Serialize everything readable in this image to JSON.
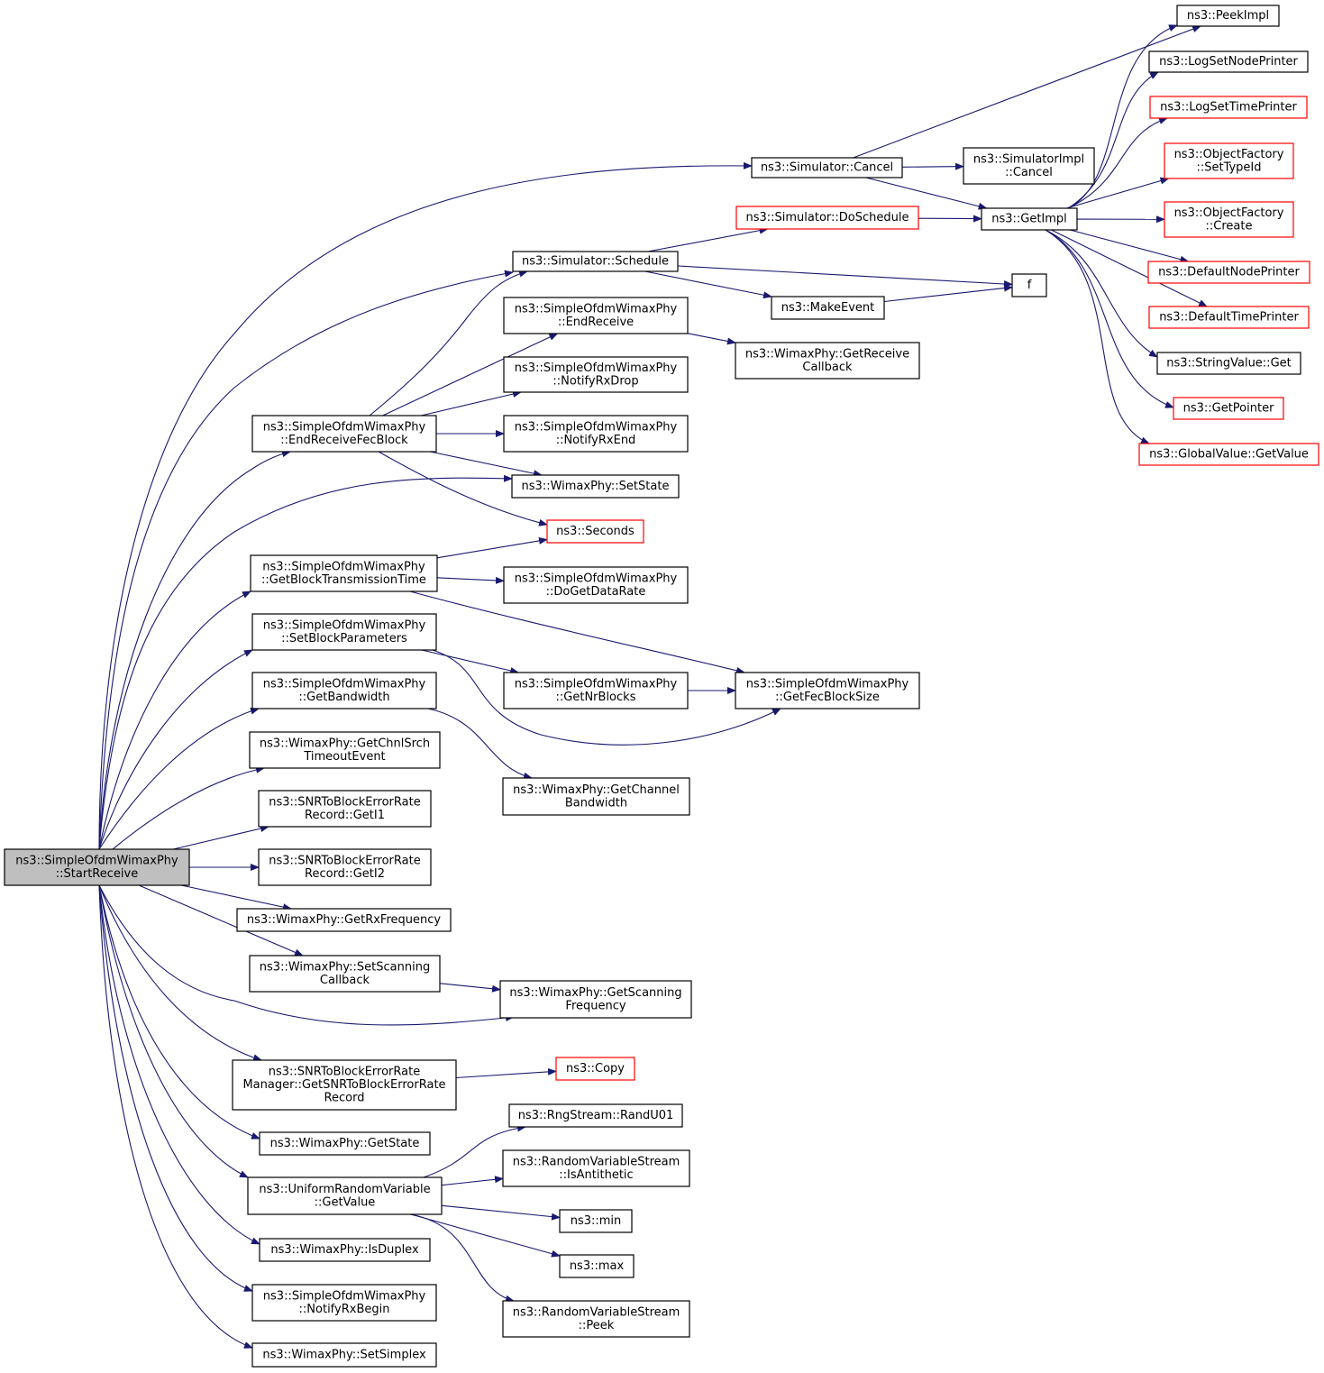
{
  "colors": {
    "edge": "#191970",
    "normal_border": "#000000",
    "truncated_border": "#ff0000",
    "root_fill": "#bfbfbf",
    "node_fill": "#ffffff"
  },
  "nodes": [
    {
      "id": "start_receive",
      "lines": [
        "ns3::SimpleOfdmWimaxPhy",
        "::StartReceive"
      ],
      "style": "root"
    },
    {
      "id": "simulator_cancel",
      "lines": [
        "ns3::Simulator::Cancel"
      ],
      "style": "normal"
    },
    {
      "id": "simulatorimpl_cancel",
      "lines": [
        "ns3::SimulatorImpl",
        "::Cancel"
      ],
      "style": "normal"
    },
    {
      "id": "peekimpl",
      "lines": [
        "ns3::PeekImpl"
      ],
      "style": "normal"
    },
    {
      "id": "logsetnodeprinter",
      "lines": [
        "ns3::LogSetNodePrinter"
      ],
      "style": "normal"
    },
    {
      "id": "logsettimeprinter",
      "lines": [
        "ns3::LogSetTimePrinter"
      ],
      "style": "truncated"
    },
    {
      "id": "objectfactory_settypeid",
      "lines": [
        "ns3::ObjectFactory",
        "::SetTypeId"
      ],
      "style": "truncated"
    },
    {
      "id": "objectfactory_create",
      "lines": [
        "ns3::ObjectFactory",
        "::Create"
      ],
      "style": "truncated"
    },
    {
      "id": "defaultnodeprinter",
      "lines": [
        "ns3::DefaultNodePrinter"
      ],
      "style": "truncated"
    },
    {
      "id": "defaulttimeprinter",
      "lines": [
        "ns3::DefaultTimePrinter"
      ],
      "style": "truncated"
    },
    {
      "id": "stringvalue_get",
      "lines": [
        "ns3::StringValue::Get"
      ],
      "style": "normal"
    },
    {
      "id": "getpointer",
      "lines": [
        "ns3::GetPointer"
      ],
      "style": "truncated"
    },
    {
      "id": "globalvalue_getvalue",
      "lines": [
        "ns3::GlobalValue::GetValue"
      ],
      "style": "truncated"
    },
    {
      "id": "getimpl",
      "lines": [
        "ns3::GetImpl"
      ],
      "style": "normal"
    },
    {
      "id": "doschedule",
      "lines": [
        "ns3::Simulator::DoSchedule"
      ],
      "style": "truncated"
    },
    {
      "id": "schedule",
      "lines": [
        "ns3::Simulator::Schedule"
      ],
      "style": "normal"
    },
    {
      "id": "f",
      "lines": [
        "f"
      ],
      "style": "normal"
    },
    {
      "id": "makeevent",
      "lines": [
        "ns3::MakeEvent"
      ],
      "style": "normal"
    },
    {
      "id": "endreceive",
      "lines": [
        "ns3::SimpleOfdmWimaxPhy",
        "::EndReceive"
      ],
      "style": "normal"
    },
    {
      "id": "getreceivecallback",
      "lines": [
        "ns3::WimaxPhy::GetReceive",
        "Callback"
      ],
      "style": "normal"
    },
    {
      "id": "notifyrxdrop",
      "lines": [
        "ns3::SimpleOfdmWimaxPhy",
        "::NotifyRxDrop"
      ],
      "style": "normal"
    },
    {
      "id": "endreceivefecblock",
      "lines": [
        "ns3::SimpleOfdmWimaxPhy",
        "::EndReceiveFecBlock"
      ],
      "style": "normal"
    },
    {
      "id": "notifyrxend",
      "lines": [
        "ns3::SimpleOfdmWimaxPhy",
        "::NotifyRxEnd"
      ],
      "style": "normal"
    },
    {
      "id": "setstate",
      "lines": [
        "ns3::WimaxPhy::SetState"
      ],
      "style": "normal"
    },
    {
      "id": "seconds",
      "lines": [
        "ns3::Seconds"
      ],
      "style": "truncated"
    },
    {
      "id": "getblocktransmissiontime",
      "lines": [
        "ns3::SimpleOfdmWimaxPhy",
        "::GetBlockTransmissionTime"
      ],
      "style": "normal"
    },
    {
      "id": "dogetdatarate",
      "lines": [
        "ns3::SimpleOfdmWimaxPhy",
        "::DoGetDataRate"
      ],
      "style": "normal"
    },
    {
      "id": "setblockparameters",
      "lines": [
        "ns3::SimpleOfdmWimaxPhy",
        "::SetBlockParameters"
      ],
      "style": "normal"
    },
    {
      "id": "getnrblocks",
      "lines": [
        "ns3::SimpleOfdmWimaxPhy",
        "::GetNrBlocks"
      ],
      "style": "normal"
    },
    {
      "id": "getfecblocksize",
      "lines": [
        "ns3::SimpleOfdmWimaxPhy",
        "::GetFecBlockSize"
      ],
      "style": "normal"
    },
    {
      "id": "getbandwidth",
      "lines": [
        "ns3::SimpleOfdmWimaxPhy",
        "::GetBandwidth"
      ],
      "style": "normal"
    },
    {
      "id": "getchnlsrchtimeoutevent",
      "lines": [
        "ns3::WimaxPhy::GetChnlSrch",
        "TimeoutEvent"
      ],
      "style": "normal"
    },
    {
      "id": "getchannelbandwidth",
      "lines": [
        "ns3::WimaxPhy::GetChannel",
        "Bandwidth"
      ],
      "style": "normal"
    },
    {
      "id": "geti1",
      "lines": [
        "ns3::SNRToBlockErrorRate",
        "Record::GetI1"
      ],
      "style": "normal"
    },
    {
      "id": "geti2",
      "lines": [
        "ns3::SNRToBlockErrorRate",
        "Record::GetI2"
      ],
      "style": "normal"
    },
    {
      "id": "getrxfrequency",
      "lines": [
        "ns3::WimaxPhy::GetRxFrequency"
      ],
      "style": "normal"
    },
    {
      "id": "setscanningcallback",
      "lines": [
        "ns3::WimaxPhy::SetScanning",
        "Callback"
      ],
      "style": "normal"
    },
    {
      "id": "getscanningfrequency",
      "lines": [
        "ns3::WimaxPhy::GetScanning",
        "Frequency"
      ],
      "style": "normal"
    },
    {
      "id": "getsnrtoblockerrorraterecord",
      "lines": [
        "ns3::SNRToBlockErrorRate",
        "Manager::GetSNRToBlockErrorRate",
        "Record"
      ],
      "style": "normal"
    },
    {
      "id": "copy",
      "lines": [
        "ns3::Copy"
      ],
      "style": "truncated"
    },
    {
      "id": "getstate",
      "lines": [
        "ns3::WimaxPhy::GetState"
      ],
      "style": "normal"
    },
    {
      "id": "randu01",
      "lines": [
        "ns3::RngStream::RandU01"
      ],
      "style": "normal"
    },
    {
      "id": "uniform_getvalue",
      "lines": [
        "ns3::UniformRandomVariable",
        "::GetValue"
      ],
      "style": "normal"
    },
    {
      "id": "isantithetic",
      "lines": [
        "ns3::RandomVariableStream",
        "::IsAntithetic"
      ],
      "style": "normal"
    },
    {
      "id": "min",
      "lines": [
        "ns3::min"
      ],
      "style": "normal"
    },
    {
      "id": "max",
      "lines": [
        "ns3::max"
      ],
      "style": "normal"
    },
    {
      "id": "peek",
      "lines": [
        "ns3::RandomVariableStream",
        "::Peek"
      ],
      "style": "normal"
    },
    {
      "id": "isduplex",
      "lines": [
        "ns3::WimaxPhy::IsDuplex"
      ],
      "style": "normal"
    },
    {
      "id": "notifyrxbegin",
      "lines": [
        "ns3::SimpleOfdmWimaxPhy",
        "::NotifyRxBegin"
      ],
      "style": "normal"
    },
    {
      "id": "setsimplex",
      "lines": [
        "ns3::WimaxPhy::SetSimplex"
      ],
      "style": "normal"
    }
  ],
  "edges": [
    [
      "start_receive",
      "simulator_cancel"
    ],
    [
      "start_receive",
      "schedule"
    ],
    [
      "start_receive",
      "endreceivefecblock"
    ],
    [
      "start_receive",
      "setstate"
    ],
    [
      "start_receive",
      "getblocktransmissiontime"
    ],
    [
      "start_receive",
      "setblockparameters"
    ],
    [
      "start_receive",
      "getbandwidth"
    ],
    [
      "start_receive",
      "getchnlsrchtimeoutevent"
    ],
    [
      "start_receive",
      "geti1"
    ],
    [
      "start_receive",
      "geti2"
    ],
    [
      "start_receive",
      "getrxfrequency"
    ],
    [
      "start_receive",
      "setscanningcallback"
    ],
    [
      "start_receive",
      "getscanningfrequency"
    ],
    [
      "start_receive",
      "getsnrtoblockerrorraterecord"
    ],
    [
      "start_receive",
      "getstate"
    ],
    [
      "start_receive",
      "uniform_getvalue"
    ],
    [
      "start_receive",
      "isduplex"
    ],
    [
      "start_receive",
      "notifyrxbegin"
    ],
    [
      "start_receive",
      "setsimplex"
    ],
    [
      "simulator_cancel",
      "peekimpl"
    ],
    [
      "simulator_cancel",
      "simulatorimpl_cancel"
    ],
    [
      "simulator_cancel",
      "getimpl"
    ],
    [
      "getimpl",
      "peekimpl"
    ],
    [
      "getimpl",
      "logsetnodeprinter"
    ],
    [
      "getimpl",
      "logsettimeprinter"
    ],
    [
      "getimpl",
      "objectfactory_settypeid"
    ],
    [
      "getimpl",
      "objectfactory_create"
    ],
    [
      "getimpl",
      "defaultnodeprinter"
    ],
    [
      "getimpl",
      "defaulttimeprinter"
    ],
    [
      "getimpl",
      "stringvalue_get"
    ],
    [
      "getimpl",
      "getpointer"
    ],
    [
      "getimpl",
      "globalvalue_getvalue"
    ],
    [
      "doschedule",
      "getimpl"
    ],
    [
      "schedule",
      "doschedule"
    ],
    [
      "schedule",
      "f"
    ],
    [
      "schedule",
      "makeevent"
    ],
    [
      "makeevent",
      "f"
    ],
    [
      "endreceivefecblock",
      "schedule"
    ],
    [
      "endreceivefecblock",
      "endreceive"
    ],
    [
      "endreceivefecblock",
      "notifyrxdrop"
    ],
    [
      "endreceivefecblock",
      "notifyrxend"
    ],
    [
      "endreceivefecblock",
      "setstate"
    ],
    [
      "endreceivefecblock",
      "seconds"
    ],
    [
      "endreceive",
      "getreceivecallback"
    ],
    [
      "getblocktransmissiontime",
      "seconds"
    ],
    [
      "getblocktransmissiontime",
      "dogetdatarate"
    ],
    [
      "getblocktransmissiontime",
      "getfecblocksize"
    ],
    [
      "setblockparameters",
      "getnrblocks"
    ],
    [
      "setblockparameters",
      "getfecblocksize"
    ],
    [
      "getnrblocks",
      "getfecblocksize"
    ],
    [
      "getbandwidth",
      "getchannelbandwidth"
    ],
    [
      "setscanningcallback",
      "getscanningfrequency"
    ],
    [
      "getsnrtoblockerrorraterecord",
      "copy"
    ],
    [
      "uniform_getvalue",
      "randu01"
    ],
    [
      "uniform_getvalue",
      "isantithetic"
    ],
    [
      "uniform_getvalue",
      "min"
    ],
    [
      "uniform_getvalue",
      "max"
    ],
    [
      "uniform_getvalue",
      "peek"
    ]
  ]
}
